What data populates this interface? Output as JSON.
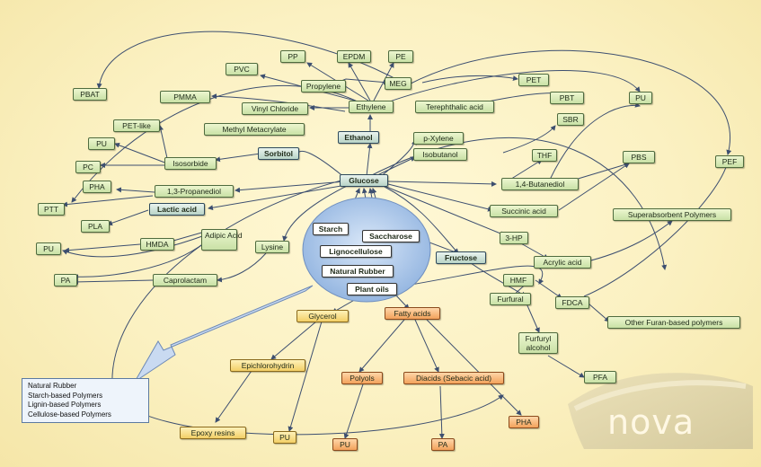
{
  "nodes": {
    "pbat": "PBAT",
    "pvc": "PVC",
    "pp": "PP",
    "epdm": "EPDM",
    "pe": "PE",
    "propylene": "Propylene",
    "meg": "MEG",
    "pet": "PET",
    "pu_top": "PU",
    "pmma": "PMMA",
    "vinyl_chloride": "Vinyl Chloride",
    "ethylene": "Ethylene",
    "terephthalic_acid": "Terephthalic acid",
    "pbt": "PBT",
    "pet_like": "PET-like",
    "methyl_metacrylate": "Methyl Metacrylate",
    "ethanol": "Ethanol",
    "p_xylene": "p-Xylene",
    "sbr": "SBR",
    "pu_left": "PU",
    "isosorbide": "Isosorbide",
    "sorbitol": "Sorbitol",
    "isobutanol": "Isobutanol",
    "thf": "THF",
    "pef": "PEF",
    "pc": "PC",
    "pbs": "PBS",
    "pha_left": "PHA",
    "propanediol": "1,3-Propanediol",
    "glucose": "Glucose",
    "butanediol": "1,4-Butanediol",
    "ptt": "PTT",
    "lactic_acid": "Lactic acid",
    "succinic_acid": "Succinic acid",
    "superabsorbent": "Superabsorbent Polymers",
    "pla": "PLA",
    "adipic_acid": "Adipic Acid",
    "lysine": "Lysine",
    "pu_mid": "PU",
    "hmda": "HMDA",
    "three_hp": "3-HP",
    "fructose": "Fructose",
    "acrylic_acid": "Acrylic acid",
    "pa_left": "PA",
    "caprolactam": "Caprolactam",
    "hmf": "HMF",
    "fdca": "FDCA",
    "furfural": "Furfural",
    "other_furan": "Other Furan-based polymers",
    "furfuryl_alcohol_1": "Furfuryl",
    "furfuryl_alcohol_2": "alcohol",
    "pfa": "PFA",
    "glycerol": "Glycerol",
    "fatty_acids": "Fatty acids",
    "epichlorohydrin": "Epichlorohydrin",
    "polyols": "Polyols",
    "diacids": "Diacids (Sebacic acid)",
    "pha_bottom": "PHA",
    "epoxy_resins": "Epoxy resins",
    "pu_bottom": "PU",
    "pu_bottom2": "PU",
    "pa_bottom": "PA"
  },
  "feedstocks": {
    "starch": "Starch",
    "saccharose": "Saccharose",
    "lignocellulose": "Lignocellulose",
    "natural_rubber": "Natural Rubber",
    "plant_oils": "Plant oils"
  },
  "legend": [
    "Natural Rubber",
    "Starch-based Polymers",
    "Lignin-based Polymers",
    "Cellulose-based Polymers"
  ],
  "logo": "nova",
  "colors": {
    "node_green": "#c9e1a6",
    "node_yellow": "#f3cf66",
    "node_orange": "#f2a25b",
    "ellipse_blue": "#a9c6ea",
    "edge": "#3d4f70",
    "background": "#fbf1c2"
  }
}
